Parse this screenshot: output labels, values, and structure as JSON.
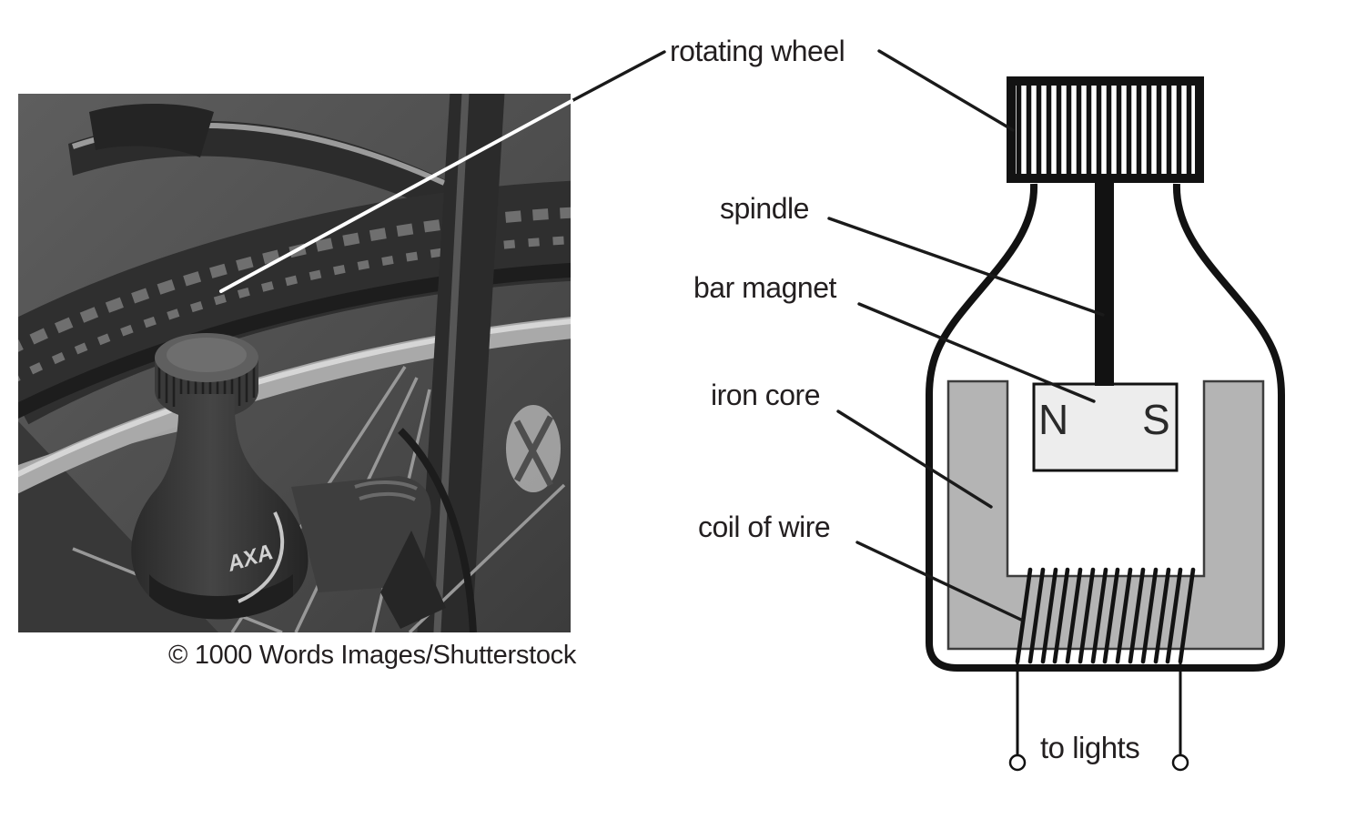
{
  "photo": {
    "caption": "© 1000 Words Images/Shutterstock",
    "device_brand": "AXA"
  },
  "diagram": {
    "labels": {
      "rotating_wheel": "rotating wheel",
      "spindle": "spindle",
      "bar_magnet": "bar magnet",
      "iron_core": "iron core",
      "coil_of_wire": "coil of wire",
      "to_lights": "to lights"
    },
    "magnet_poles": {
      "north": "N",
      "south": "S"
    },
    "colors": {
      "ink": "#121212",
      "iron_core_fill": "#b4b4b4",
      "magnet_fill": "#ededed",
      "label_text": "#231f20"
    }
  }
}
